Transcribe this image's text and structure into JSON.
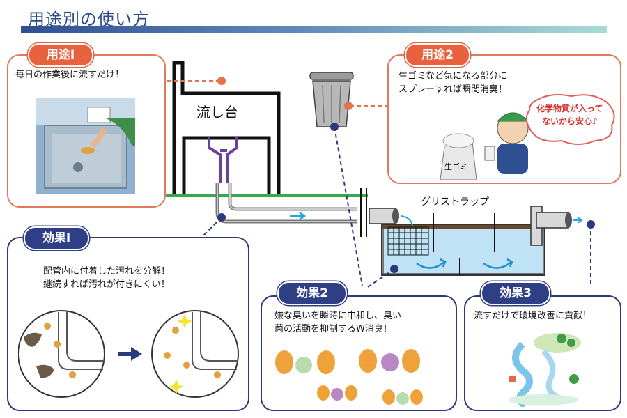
{
  "header": {
    "title": "用途別の使い方"
  },
  "use1": {
    "badge": "用途Ⅰ",
    "text": "毎日の作業後に流すだけ！"
  },
  "use2": {
    "badge": "用途2",
    "line1": "生ゴミなど気になる部分に",
    "line2": "スプレーすれば瞬間消臭！",
    "bubble_line1": "化学物質が入って",
    "bubble_line2": "ないから安心♪",
    "bag_label": "生ゴミ"
  },
  "diagram": {
    "sink_label": "流し台",
    "trap_label": "グリストラップ"
  },
  "effect1": {
    "badge": "効果Ⅰ",
    "line1": "配管内に付着した汚れを分解！",
    "line2": "継続すれば汚れが付きにくい！"
  },
  "effect2": {
    "badge": "効果2",
    "line1": "嫌な臭いを瞬時に中和し、臭い",
    "line2": "菌の活動を抑制するW消臭！"
  },
  "effect3": {
    "badge": "効果3",
    "text": "流すだけで環境改善に貢献！"
  },
  "colors": {
    "orange": "#e8623f",
    "navy": "#2f3f86",
    "water": "#bfe3f5",
    "ground": "#3aa84a",
    "pipe_purple": "#6b3fa0"
  }
}
